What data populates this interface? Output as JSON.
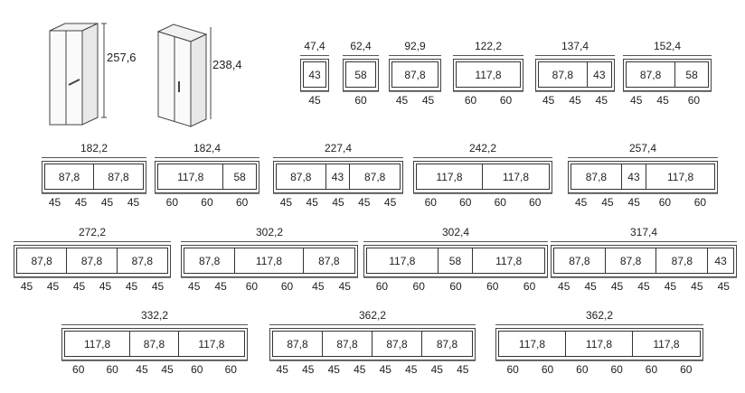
{
  "wardrobe_views": [
    {
      "height_label": "257,6"
    },
    {
      "height_label": "238,4"
    }
  ],
  "configurations": [
    {
      "width": "47,4",
      "units": [
        "43"
      ],
      "modules": [
        "45"
      ]
    },
    {
      "width": "62,4",
      "units": [
        "58"
      ],
      "modules": [
        "60"
      ]
    },
    {
      "width": "92,9",
      "units": [
        "87,8"
      ],
      "modules": [
        "45",
        "45"
      ]
    },
    {
      "width": "122,2",
      "units": [
        "117,8"
      ],
      "modules": [
        "60",
        "60"
      ]
    },
    {
      "width": "137,4",
      "units": [
        "87,8",
        "43"
      ],
      "modules": [
        "45",
        "45",
        "45"
      ]
    },
    {
      "width": "152,4",
      "units": [
        "87,8",
        "58"
      ],
      "modules": [
        "45",
        "45",
        "60"
      ]
    },
    {
      "width": "182,2",
      "units": [
        "87,8",
        "87,8"
      ],
      "modules": [
        "45",
        "45",
        "45",
        "45"
      ]
    },
    {
      "width": "182,4",
      "units": [
        "117,8",
        "58"
      ],
      "modules": [
        "60",
        "60",
        "60"
      ]
    },
    {
      "width": "227,4",
      "units": [
        "87,8",
        "43",
        "87,8"
      ],
      "modules": [
        "45",
        "45",
        "45",
        "45",
        "45"
      ]
    },
    {
      "width": "242,2",
      "units": [
        "117,8",
        "117,8"
      ],
      "modules": [
        "60",
        "60",
        "60",
        "60"
      ]
    },
    {
      "width": "257,4",
      "units": [
        "87,8",
        "43",
        "117,8"
      ],
      "modules": [
        "45",
        "45",
        "45",
        "60",
        "60"
      ]
    },
    {
      "width": "272,2",
      "units": [
        "87,8",
        "87,8",
        "87,8"
      ],
      "modules": [
        "45",
        "45",
        "45",
        "45",
        "45",
        "45"
      ]
    },
    {
      "width": "302,2",
      "units": [
        "87,8",
        "117,8",
        "87,8"
      ],
      "modules": [
        "45",
        "45",
        "60",
        "60",
        "45",
        "45"
      ]
    },
    {
      "width": "302,4",
      "units": [
        "117,8",
        "58",
        "117,8"
      ],
      "modules": [
        "60",
        "60",
        "60",
        "60",
        "60"
      ]
    },
    {
      "width": "317,4",
      "units": [
        "87,8",
        "87,8",
        "87,8",
        "43"
      ],
      "modules": [
        "45",
        "45",
        "45",
        "45",
        "45",
        "45",
        "45"
      ]
    },
    {
      "width": "332,2",
      "units": [
        "117,8",
        "87,8",
        "117,8"
      ],
      "modules": [
        "60",
        "60",
        "45",
        "45",
        "60",
        "60"
      ]
    },
    {
      "width": "362,2",
      "units": [
        "87,8",
        "87,8",
        "87,8",
        "87,8"
      ],
      "modules": [
        "45",
        "45",
        "45",
        "45",
        "45",
        "45",
        "45",
        "45"
      ]
    },
    {
      "width": "362,2",
      "units": [
        "117,8",
        "117,8",
        "117,8"
      ],
      "modules": [
        "60",
        "60",
        "60",
        "60",
        "60",
        "60"
      ]
    }
  ]
}
